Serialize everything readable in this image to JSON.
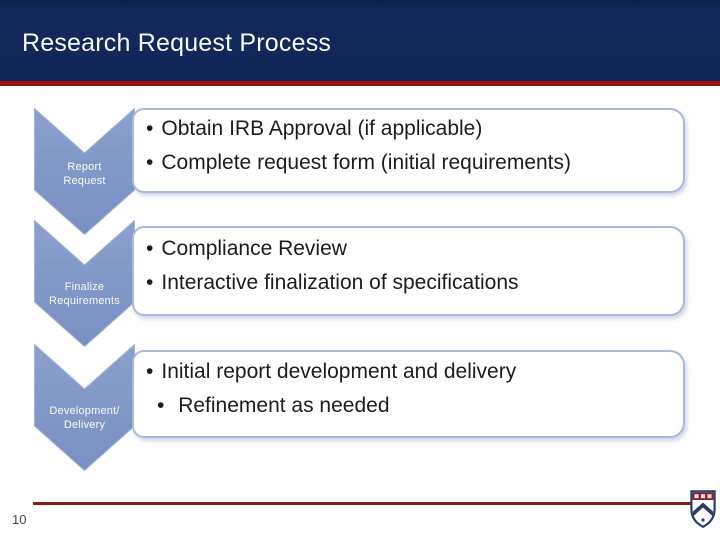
{
  "slide": {
    "title": "Research Request Process",
    "page_number": "10",
    "bullet_char": "•"
  },
  "steps": [
    {
      "label_line1": "Report",
      "label_line2": "Request",
      "bullets": [
        "Obtain IRB Approval (if applicable)",
        "Complete request form (initial requirements)"
      ]
    },
    {
      "label_line1": "Finalize",
      "label_line2": "Requirements",
      "bullets": [
        "Compliance Review",
        "Interactive finalization of specifications"
      ]
    },
    {
      "label_line1": "Development/",
      "label_line2": "Delivery",
      "bullets": [
        "Initial report development and delivery",
        " Refinement as needed"
      ]
    }
  ],
  "logo": {
    "name": "penn-shield"
  },
  "colors": {
    "header_bg": "#112759",
    "header_rule": "#9e0d11",
    "chevron_fill": "#7e96c6",
    "box_border": "#a9b9d9",
    "footer_rule": "#8b1919",
    "body_text": "#1c1c1c",
    "label_text": "#fbfbf6"
  }
}
